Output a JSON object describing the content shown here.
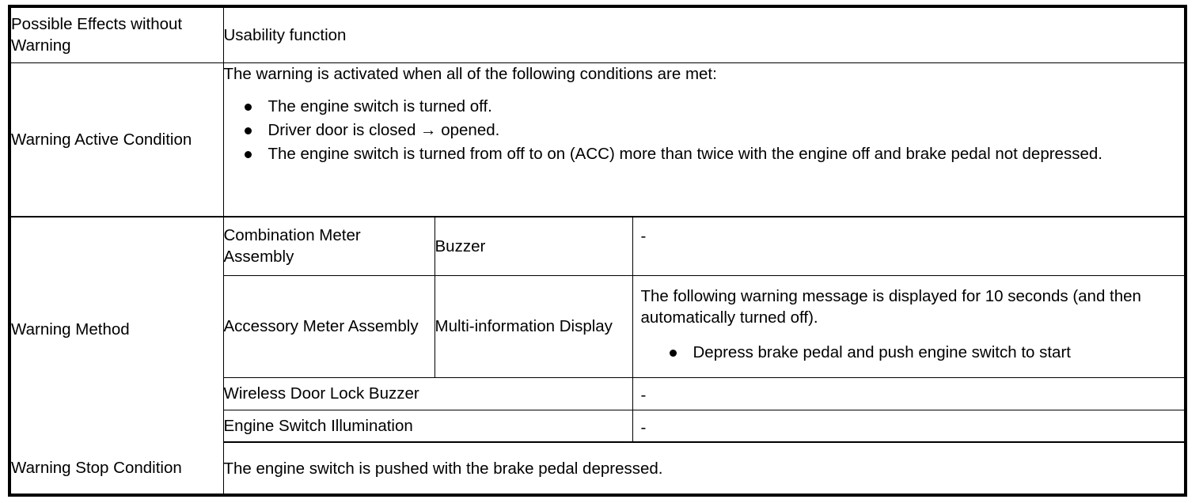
{
  "table": {
    "rows": {
      "possible_effects": {
        "label": "Possible Effects without Warning",
        "value": "Usability function"
      },
      "warning_active_condition": {
        "label": "Warning Active Condition",
        "lead": "The warning is activated when all of the following conditions are met:",
        "bullets": [
          "The engine switch is turned off.",
          "Driver door is closed → opened.",
          "The engine switch is turned from off to on (ACC) more than twice with the engine off and brake pedal not depressed."
        ]
      },
      "warning_method": {
        "label": "Warning Method",
        "sub_rows": [
          {
            "component": "Combination Meter Assembly",
            "device": "Buzzer",
            "detail": "-"
          },
          {
            "component": "Accessory Meter Assembly",
            "device": "Multi-information Display",
            "detail_lead": "The following warning message is displayed for 10 seconds (and then automatically turned off).",
            "detail_bullets": [
              "Depress brake pedal and push engine switch to start"
            ]
          },
          {
            "component": "Wireless Door Lock Buzzer",
            "detail": "-"
          },
          {
            "component": "Engine Switch Illumination",
            "detail": "-"
          }
        ]
      },
      "warning_stop_condition": {
        "label": "Warning Stop Condition",
        "value": "The engine switch is pushed with the brake pedal depressed."
      }
    }
  }
}
